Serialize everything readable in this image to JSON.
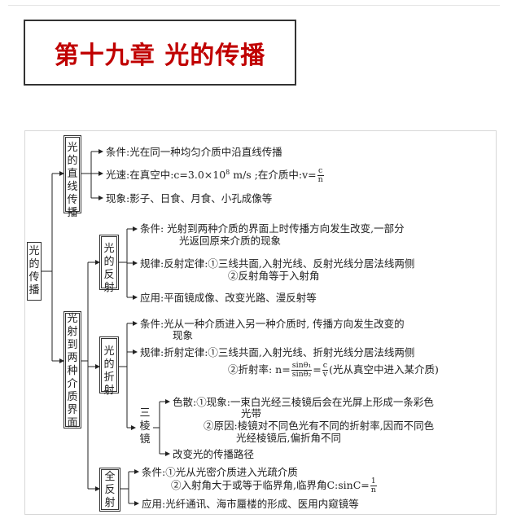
{
  "title": "第十九章 光的传播",
  "root": "光的传播",
  "straight": {
    "label": "光的直线传播",
    "condition": "条件:光在同一种均匀介质中沿直线传播",
    "speed_a": "光速:在真空中:c=3.0×10",
    "speed_exp": "8",
    "speed_b": " m/s ;在介质中:",
    "speed_v": "v=",
    "speed_num": "c",
    "speed_den": "n",
    "phenomena": "现象:影子、日食、月食、小孔成像等"
  },
  "interface": {
    "label": "光射到两种介质界面",
    "reflection": {
      "label": "光的反射",
      "cond_1": "条件:  光射到两种介质的界面上时传播方向发生改变,一部分",
      "cond_2": "光返回原来介质的现象",
      "law_1": "规律:反射定律:①三线共面,入射光线、反射光线分居法线两侧",
      "law_2": "②反射角等于入射角",
      "app": "应用:平面镜成像、改变光路、漫反射等"
    },
    "refraction": {
      "label": "光的折射",
      "cond_1": "条件:光从一种介质进入另一种介质时, 传播方向发生改变的",
      "cond_2": "现象",
      "law_1": "规律:折射定律:①三线共面,入射光线、折射光线分居法线两侧",
      "law_2a": "②折射率: n=",
      "law_2_num1": "sinθ₁",
      "law_2_den1": "sinθ₂",
      "law_2_eq": "=",
      "law_2_num2": "c",
      "law_2_den2": "v",
      "law_2b": "(光从真空中进入某介质)",
      "prism": {
        "label": "三棱镜",
        "disp_1": "色散:①现象:一束白光经三棱镜后会在光屏上形成一条彩色",
        "disp_2": "光带",
        "disp_3": "②原因:棱镜对不同色光有不同的折射率,因而不同色",
        "disp_4": "光经棱镜后,偏折角不同",
        "path": "改变光的传播路径"
      }
    },
    "tir": {
      "label": "全反射",
      "cond_1": "条件:①光从光密介质进入光疏介质",
      "cond_2a": "②入射角大于或等于临界角,临界角C:",
      "cond_2b": "sinC=",
      "cond_2_num": "1",
      "cond_2_den": "n",
      "app": "应用:光纤通讯、海市蜃楼的形成、医用内窥镜等"
    }
  }
}
